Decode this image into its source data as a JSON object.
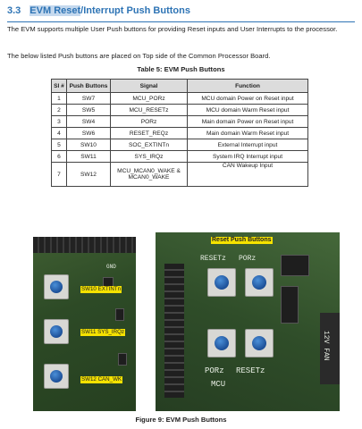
{
  "section": {
    "number": "3.3",
    "title_highlight": "EVM Reset",
    "title_rest": "/Interrupt Push Buttons"
  },
  "paragraphs": {
    "p1": "The EVM supports multiple User Push buttons for providing Reset inputs and User Interrupts to the processor.",
    "p2": "The below listed Push buttons are placed on Top side of the Common Processor Board."
  },
  "table": {
    "caption": "Table 5: EVM Push Buttons",
    "headers": [
      "Sl #",
      "Push Buttons",
      "Signal",
      "Function"
    ],
    "rows": [
      {
        "sl": "1",
        "button": "SW7",
        "signal": "MCU_PORz",
        "function": "MCU domain Power on Reset input"
      },
      {
        "sl": "2",
        "button": "SW5",
        "signal": "MCU_RESETz",
        "function": "MCU domain Warm Reset input"
      },
      {
        "sl": "3",
        "button": "SW4",
        "signal": "PORz",
        "function": "Main domain Power on Reset input"
      },
      {
        "sl": "4",
        "button": "SW6",
        "signal": "RESET_REQz",
        "function": "Main domain Warm Reset input"
      },
      {
        "sl": "5",
        "button": "SW10",
        "signal": "SOC_EXTINTn",
        "function": "External Interrupt input"
      },
      {
        "sl": "6",
        "button": "SW11",
        "signal": "SYS_IRQz",
        "function": "System IRQ Interrupt input"
      },
      {
        "sl": "7",
        "button": "SW12",
        "signal_line1": "MCU_MCAN0_WAKE &",
        "signal_line2": "MCAN0_WAKE",
        "function": "CAN Wakeup Input"
      }
    ]
  },
  "figure": {
    "caption": "Figure 9: EVM Push Buttons",
    "left_labels": [
      "SW10 EXTINTn",
      "SW11 SYS_IRQz",
      "SW12 CAN_WK"
    ],
    "left_silk": [
      "GND"
    ],
    "right_title": "Reset Push Buttons",
    "right_silk": [
      "RESETz",
      "PORz",
      "PORz",
      "RESETz",
      "MCU",
      "12V FAN"
    ]
  }
}
